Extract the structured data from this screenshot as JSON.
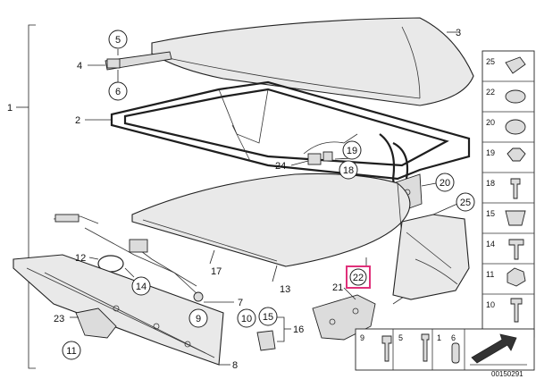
{
  "diagram": {
    "reference_code": "00150291",
    "callouts": [
      {
        "id": "c1",
        "label": "1",
        "circled": false
      },
      {
        "id": "c2",
        "label": "2",
        "circled": false
      },
      {
        "id": "c3",
        "label": "3",
        "circled": false
      },
      {
        "id": "c4",
        "label": "4",
        "circled": false
      },
      {
        "id": "c5",
        "label": "5",
        "circled": true
      },
      {
        "id": "c6",
        "label": "6",
        "circled": true
      },
      {
        "id": "c7",
        "label": "7",
        "circled": false
      },
      {
        "id": "c8",
        "label": "8",
        "circled": false
      },
      {
        "id": "c9",
        "label": "9",
        "circled": true
      },
      {
        "id": "c10",
        "label": "10",
        "circled": true
      },
      {
        "id": "c11",
        "label": "11",
        "circled": true
      },
      {
        "id": "c12",
        "label": "12",
        "circled": false
      },
      {
        "id": "c13",
        "label": "13",
        "circled": false
      },
      {
        "id": "c14",
        "label": "14",
        "circled": true
      },
      {
        "id": "c15",
        "label": "15",
        "circled": true
      },
      {
        "id": "c16",
        "label": "16",
        "circled": false
      },
      {
        "id": "c17",
        "label": "17",
        "circled": false
      },
      {
        "id": "c18",
        "label": "18",
        "circled": true
      },
      {
        "id": "c19",
        "label": "19",
        "circled": true
      },
      {
        "id": "c20",
        "label": "20",
        "circled": true
      },
      {
        "id": "c21",
        "label": "21",
        "circled": false
      },
      {
        "id": "c22",
        "label": "22",
        "circled": true,
        "highlighted": true
      },
      {
        "id": "c23",
        "label": "23",
        "circled": false
      },
      {
        "id": "c24",
        "label": "24",
        "circled": false
      },
      {
        "id": "c25",
        "label": "25",
        "circled": true
      }
    ],
    "side_column": [
      "25",
      "22",
      "20",
      "19",
      "18",
      "15",
      "14",
      "11",
      "10"
    ],
    "bottom_row": [
      "9",
      "5",
      "1",
      "6"
    ],
    "highlight_color": "#e0307a"
  }
}
